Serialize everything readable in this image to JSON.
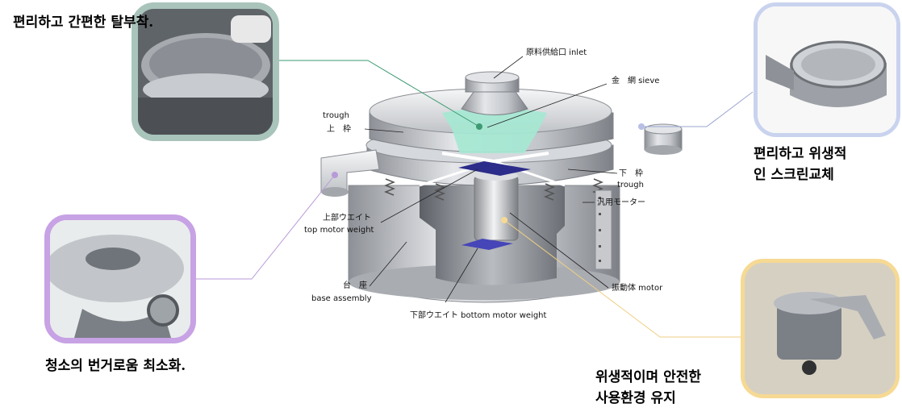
{
  "captions": {
    "top_left": "편리하고 간편한 탈부착.",
    "right_1": "편리하고 위생적",
    "right_2": "인 스크린교체",
    "bottom_left": "청소의 번거로움 최소화.",
    "bottom_right_1": "위생적이며 안전한",
    "bottom_right_2": "사용환경 유지"
  },
  "labels": {
    "inlet": "原料供給口 inlet",
    "sieve": "金　網 sieve",
    "trough_top_en": "trough",
    "trough_top_jp": "上　枠",
    "trough_bottom_jp": "下　枠",
    "trough_bottom_en": "trough",
    "top_weight_jp": "上部ウエイト",
    "top_weight_en": "top motor weight",
    "general_motor": "汎用モーター",
    "base_jp": "台　座",
    "base_en": "base assembly",
    "vibrator": "振動体 motor",
    "bottom_weight": "下部ウエイト bottom motor weight"
  },
  "colors": {
    "frame_teal": "#a9c4bb",
    "frame_blue": "#c9d3ee",
    "frame_purple": "#c7a2e4",
    "frame_gold": "#f6d993",
    "leader_green": "#3e9a72",
    "leader_blue": "#9aa6d0",
    "leader_purple": "#b89ad8",
    "leader_gold": "#efcf85",
    "sieve_cyan": "#a5e8d3",
    "weight_navy": "#2c2c8a"
  }
}
